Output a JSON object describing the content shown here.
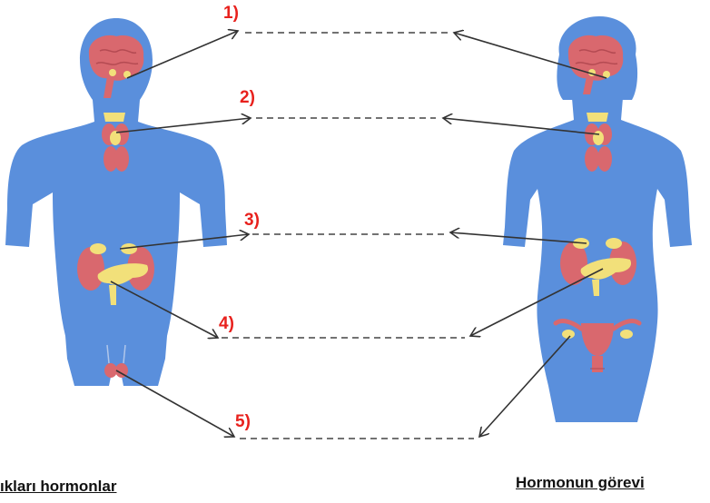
{
  "labels": {
    "n1": "1)",
    "n2": "2)",
    "n3": "3)",
    "n4": "4)",
    "n5": "5)"
  },
  "captions": {
    "left": "ıkları hormonlar",
    "right": "Hormonun görevi"
  },
  "colors": {
    "body": "#5a8fdc",
    "organ_red": "#d9686e",
    "organ_yellow": "#f2e07a",
    "label_red": "#e8211d",
    "arrow": "#333333"
  }
}
